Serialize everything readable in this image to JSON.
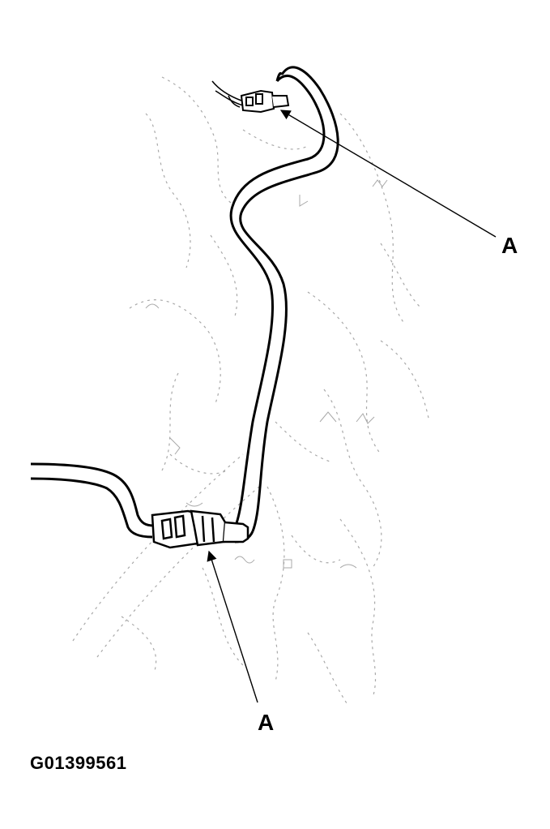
{
  "diagram": {
    "callouts": [
      {
        "id": "top",
        "label": "A"
      },
      {
        "id": "bottom",
        "label": "A"
      }
    ],
    "figure_code": "G01399561"
  },
  "colors": {
    "line": "#000000",
    "background_sketch": "#9a9a9a",
    "background": "#ffffff"
  }
}
